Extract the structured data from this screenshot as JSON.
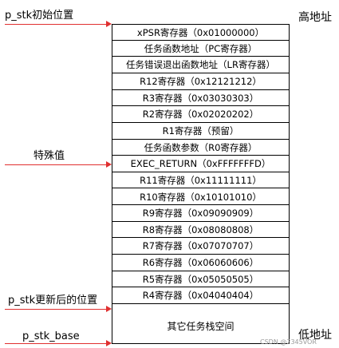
{
  "labels": {
    "p_stk_init": "p_stk初始位置",
    "special_value": "特殊值",
    "p_stk_updated": "p_stk更新后的位置",
    "p_stk_base": "p_stk_base",
    "high_address": "高地址",
    "low_address": "低地址"
  },
  "stack_cells": [
    "xPSR寄存器（0x01000000）",
    "任务函数地址（PC寄存器）",
    "任务错误退出函数地址（LR寄存器）",
    "R12寄存器（0x12121212）",
    "R3寄存器（0x03030303）",
    "R2寄存器（0x02020202）",
    "R1寄存器（预留）",
    "任务函数参数（R0寄存器）",
    "EXEC_RETURN（0xFFFFFFFD）",
    "R11寄存器（0x11111111）",
    "R10寄存器（0x10101010）",
    "R9寄存器（0x09090909）",
    "R8寄存器（0x08080808）",
    "R7寄存器（0x07070707）",
    "R6寄存器（0x06060606）",
    "R5寄存器（0x05050505）",
    "R4寄存器（0x04040404）"
  ],
  "other_space": "其它任务栈空间",
  "watermark": "CSDN @2345VOR"
}
